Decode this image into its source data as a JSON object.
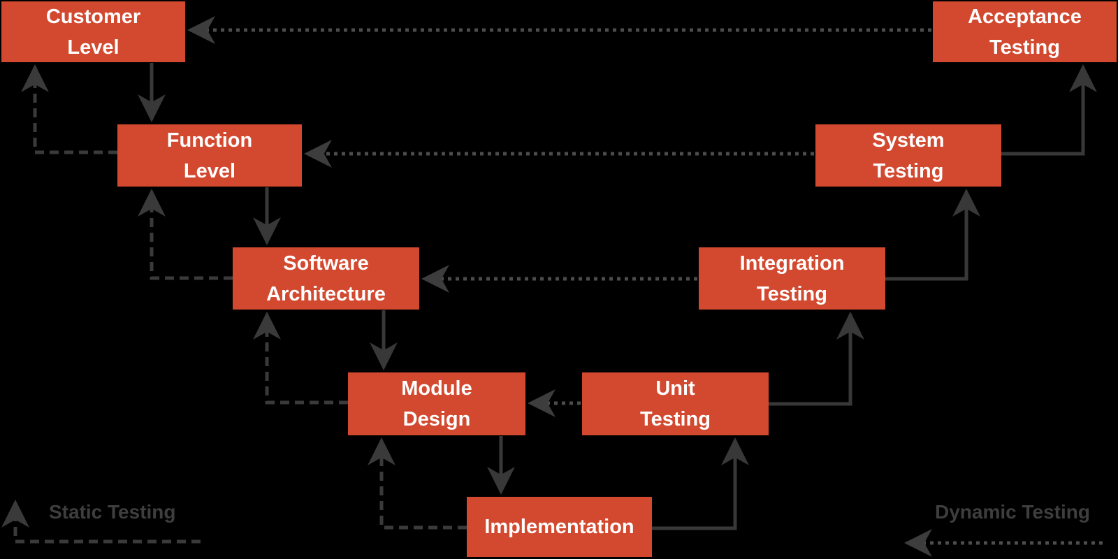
{
  "diagram": {
    "nodes": {
      "customer": {
        "label": "Customer\nLevel"
      },
      "function": {
        "label": "Function\nLevel"
      },
      "software": {
        "label": "Software\nArchitecture"
      },
      "module": {
        "label": "Module\nDesign"
      },
      "implementation": {
        "label": "Implementation"
      },
      "unit": {
        "label": "Unit\nTesting"
      },
      "integration": {
        "label": "Integration\nTesting"
      },
      "system": {
        "label": "System\nTesting"
      },
      "acceptance": {
        "label": "Acceptance\nTesting"
      }
    },
    "legend": {
      "static_label": "Static Testing",
      "dynamic_label": "Dynamic Testing"
    },
    "colors": {
      "background": "#000000",
      "node_fill": "#d2492f",
      "node_text": "#ffffff",
      "solid_connector": "#383838",
      "dashed_connector": "#3a3a3a",
      "dotted_connector": "#4c4c4c",
      "legend_text": "#3e3e3e"
    }
  }
}
